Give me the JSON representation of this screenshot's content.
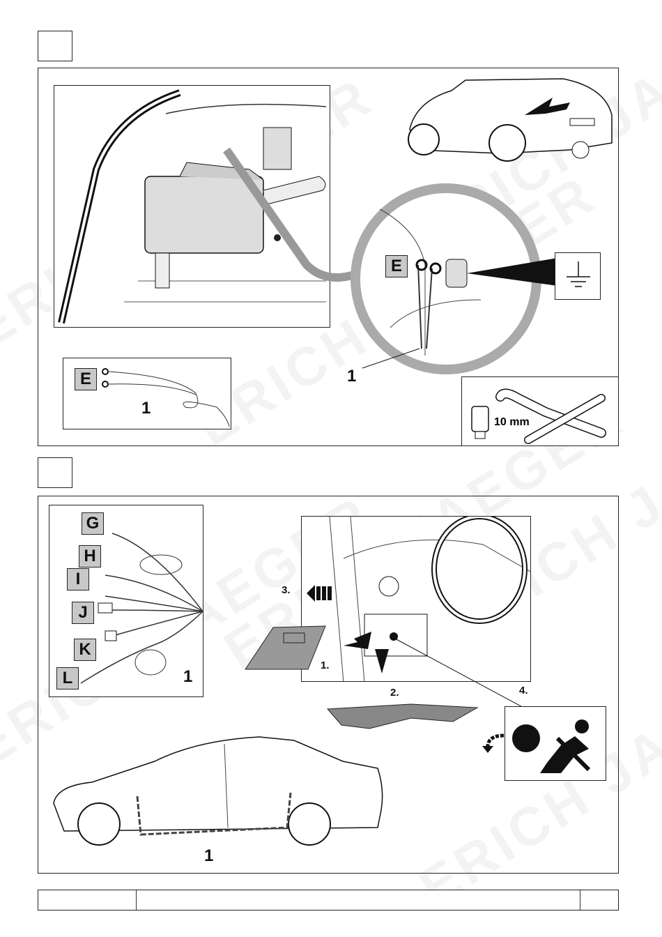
{
  "watermark": "ERICH JAEGER",
  "step1": {
    "ground_label": "E",
    "callout_number": "1",
    "kit": {
      "label": "E",
      "number": "1"
    },
    "tool_size": "10 mm"
  },
  "step2": {
    "cable_labels": [
      "G",
      "H",
      "I",
      "J",
      "K",
      "L"
    ],
    "cable_number": "1",
    "dash_steps": [
      "1.",
      "2.",
      "3.",
      "4."
    ],
    "car_number": "1"
  },
  "footer": {
    "cells": [
      "",
      "",
      ""
    ]
  }
}
